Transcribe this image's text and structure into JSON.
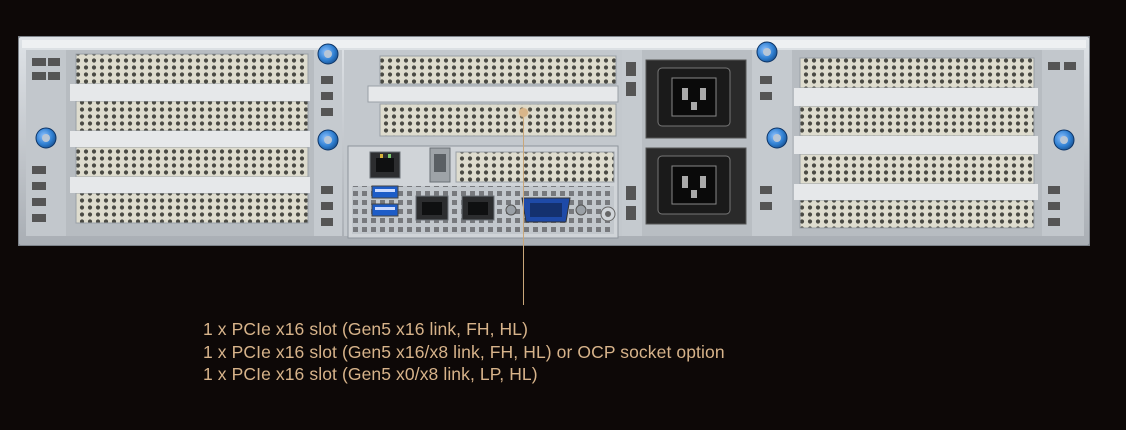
{
  "image": {
    "subject": "server-rear-panel",
    "colors": {
      "background": "#0d0807",
      "chassis": "#c7ccd1",
      "chassis_dark": "#8e959c",
      "mesh": "#d8d6c8",
      "thumbscrew": "#2f7fd1",
      "psu": "#2a2a2a",
      "callout": "#d7b38a"
    },
    "icons": [
      "thumbscrew-icon",
      "rj45-port-icon",
      "usb-port-icon",
      "vga-port-icon",
      "power-inlet-icon"
    ]
  },
  "callout": {
    "lines": [
      "1 x PCIe x16 slot (Gen5 x16 link, FH, HL)",
      "1 x PCIe x16 slot (Gen5 x16/x8 link, FH, HL) or OCP socket option",
      "1 x PCIe x16 slot (Gen5 x0/x8 link, LP, HL)"
    ]
  }
}
